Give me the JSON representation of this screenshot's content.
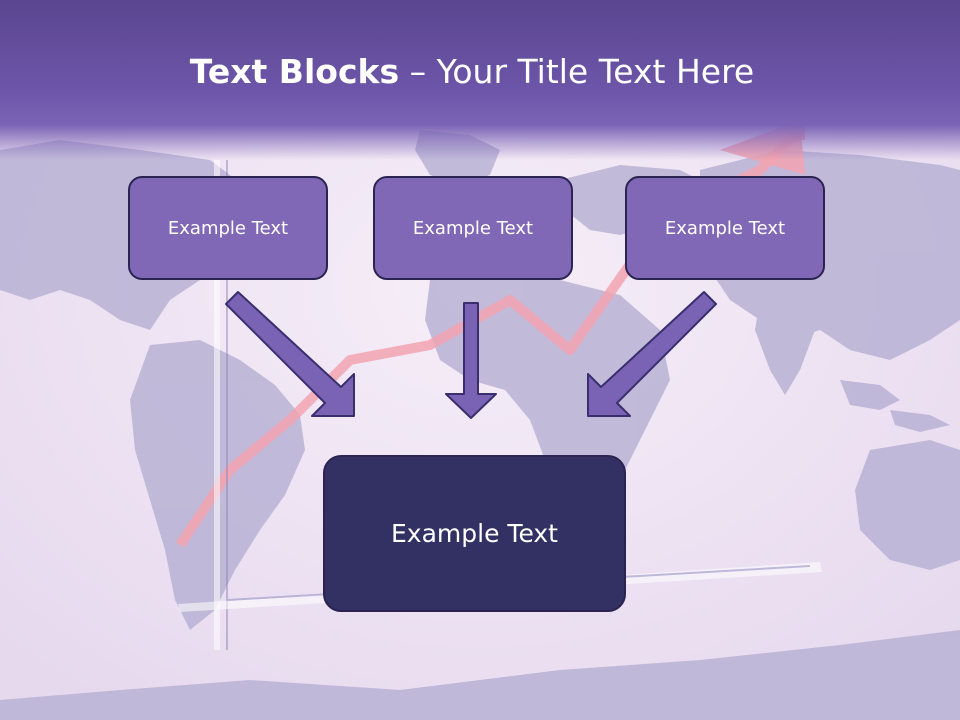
{
  "slide": {
    "title_bold": "Text Blocks",
    "title_dash": " – ",
    "title_rest": "Your Title Text Here"
  },
  "blocks": [
    {
      "text": "Example Text"
    },
    {
      "text": "Example Text"
    },
    {
      "text": "Example Text"
    }
  ],
  "center_block": {
    "text": "Example Text"
  },
  "colors": {
    "header": "#6c55a8",
    "small_box_fill": "#8068b6",
    "center_box_fill": "#333164",
    "arrow_fill": "#7a62b4",
    "border": "#2b2450"
  }
}
